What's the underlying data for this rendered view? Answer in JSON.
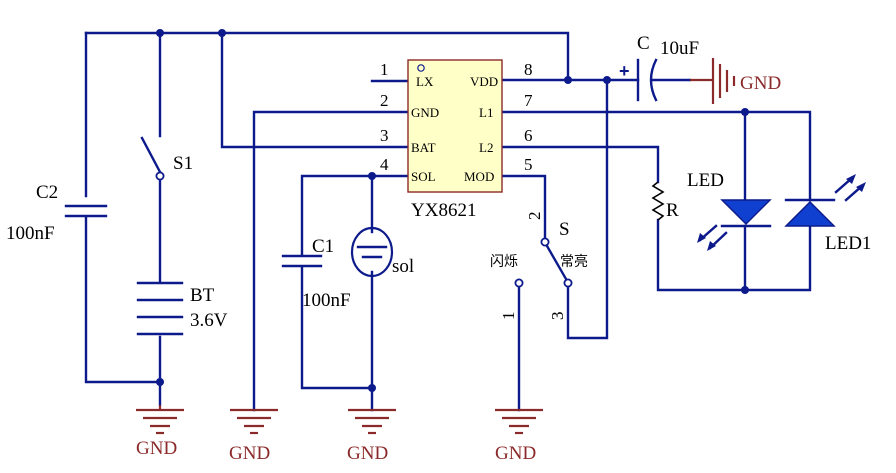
{
  "ic": {
    "name": "YX8621",
    "pins": [
      {
        "num": "1",
        "label": "LX"
      },
      {
        "num": "2",
        "label": "GND"
      },
      {
        "num": "3",
        "label": "BAT"
      },
      {
        "num": "4",
        "label": "SOL"
      },
      {
        "num": "8",
        "label": "VDD"
      },
      {
        "num": "7",
        "label": "L1"
      },
      {
        "num": "6",
        "label": "L2"
      },
      {
        "num": "5",
        "label": "MOD"
      }
    ]
  },
  "components": {
    "c2_name": "C2",
    "c2_value": "100nF",
    "s1_name": "S1",
    "bt_name": "BT",
    "bt_value": "3.6V",
    "c1_name": "C1",
    "c1_value": "100nF",
    "sol_name": "sol",
    "c_name": "C",
    "c_value": "10uF",
    "r_name": "R",
    "led_name": "LED",
    "led1_name": "LED1",
    "s_name": "S",
    "s_pin2": "2",
    "s_pin1": "1",
    "s_pin3": "3",
    "s_opt_flash": "闪烁",
    "s_opt_steady": "常亮"
  },
  "ground_label": "GND",
  "colors": {
    "wire": "#0d1a8c",
    "ground": "#8b2a2a",
    "led_fill": "#1040d0"
  }
}
